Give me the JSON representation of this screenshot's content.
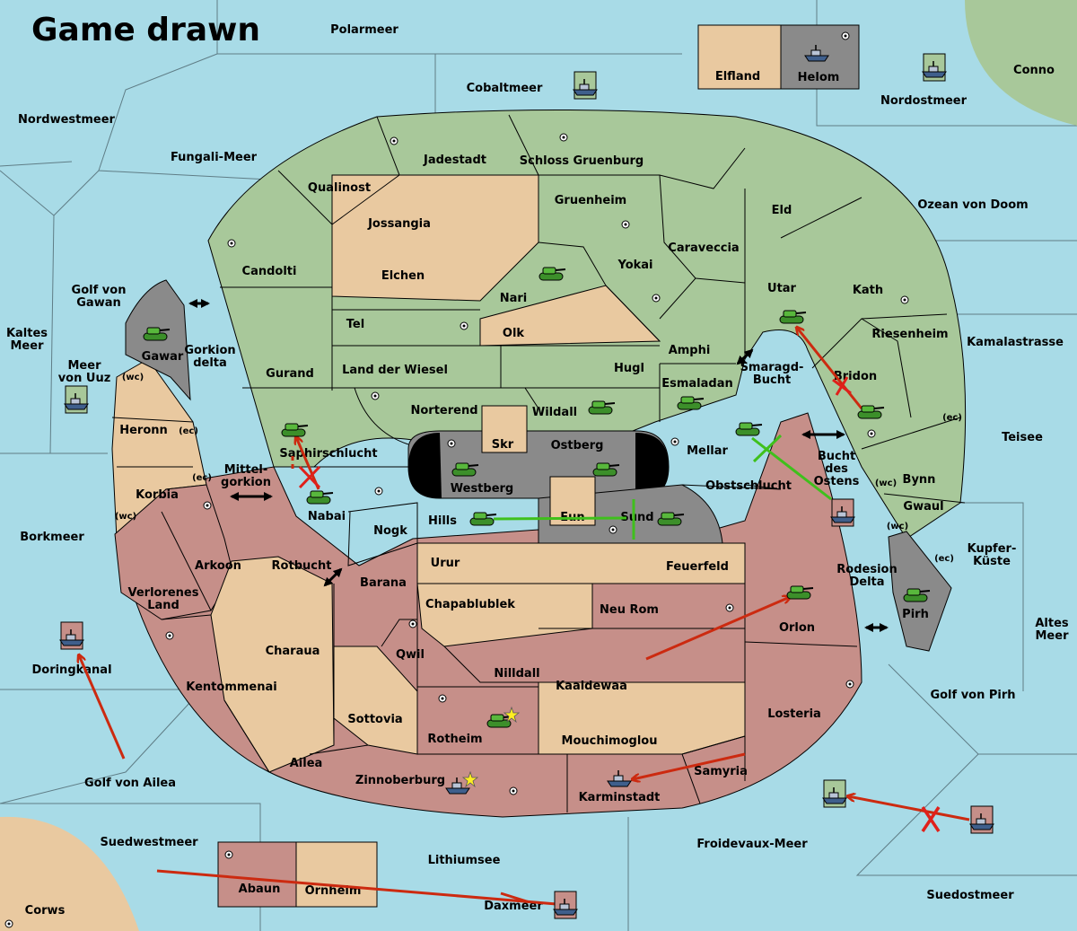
{
  "title": "Game drawn",
  "colors": {
    "sea": "#a8dbe7",
    "green_power": "#a8c89a",
    "tan_neutral": "#e9c9a0",
    "red_power": "#c68f89",
    "impassable": "#8a8a8a",
    "order_red": "#cc2a10",
    "order_green": "#3fc01c"
  },
  "seas": {
    "polarmeer": "Polarmeer",
    "cobaltmeer": "Cobaltmeer",
    "nordostmeer": "Nordostmeer",
    "conno": "Conno",
    "nordwestmeer": "Nordwestmeer",
    "fungali": "Fungali-Meer",
    "ozean_von_doom": "Ozean von Doom",
    "golf_von_gawan_1": "Golf von",
    "golf_von_gawan_2": "Gawan",
    "kaltes_meer_1": "Kaltes",
    "kaltes_meer_2": "Meer",
    "meer_von_uuz_1": "Meer",
    "meer_von_uuz_2": "von Uuz",
    "gorkion_delta_1": "Gorkion",
    "gorkion_delta_2": "delta",
    "kamalastrasse": "Kamalastrasse",
    "smaragd_1": "Smaragd-",
    "smaragd_2": "Bucht",
    "teisee": "Teisee",
    "bucht_1": "Bucht",
    "bucht_2": "des",
    "bucht_3": "Ostens",
    "mittel_1": "Mittel-",
    "mittel_2": "gorkion",
    "borkmeer": "Borkmeer",
    "kupfer_1": "Kupfer-",
    "kupfer_2": "Küste",
    "rotbucht": "Rotbucht",
    "rodesion_1": "Rodesion",
    "rodesion_2": "Delta",
    "altes_1": "Altes",
    "altes_2": "Meer",
    "doringkanal": "Doringkanal",
    "golf_von_pirh": "Golf von Pirh",
    "golf_von_ailea": "Golf von Ailea",
    "suedwestmeer": "Suedwestmeer",
    "lithiumsee": "Lithiumsee",
    "froidevaux": "Froidevaux-Meer",
    "suedostmeer": "Suedostmeer",
    "corws": "Corws",
    "daxmeer": "Daxmeer"
  },
  "provinces": {
    "elfland": "Elfland",
    "helom": "Helom",
    "jadestadt": "Jadestadt",
    "schloss_gruenburg": "Schloss Gruenburg",
    "qualinost": "Qualinost",
    "gruenheim": "Gruenheim",
    "eld": "Eld",
    "jossangia": "Jossangia",
    "caraveccia": "Caraveccia",
    "candolti": "Candolti",
    "elchen": "Elchen",
    "yokai": "Yokai",
    "nari": "Nari",
    "utar": "Utar",
    "kath": "Kath",
    "tel": "Tel",
    "olk": "Olk",
    "riesenheim": "Riesenheim",
    "gawar": "Gawar",
    "amphi": "Amphi",
    "gurand": "Gurand",
    "land_der_wiesel": "Land der Wiesel",
    "hugl": "Hugl",
    "bridon": "Bridon",
    "esmaladan": "Esmaladan",
    "norterend": "Norterend",
    "wildall": "Wildall",
    "heronn": "Heronn",
    "skr": "Skr",
    "ostberg": "Ostberg",
    "mellar": "Mellar",
    "saphirschlucht": "Saphirschlucht",
    "westberg": "Westberg",
    "obstschlucht": "Obstschlucht",
    "bynn": "Bynn",
    "korbia": "Korbia",
    "nabai": "Nabai",
    "gwaul": "Gwaul",
    "hills": "Hills",
    "eun": "Eun",
    "sund": "Sund",
    "nogk": "Nogk",
    "arkoon": "Arkoon",
    "urur": "Urur",
    "feuerfeld": "Feuerfeld",
    "verlorenes_1": "Verlorenes",
    "verlorenes_2": "Land",
    "barana": "Barana",
    "chapablublek": "Chapablublek",
    "neu_rom": "Neu Rom",
    "pirh": "Pirh",
    "orlon": "Orlon",
    "charaua": "Charaua",
    "qwil": "Qwil",
    "nilldall": "Nilldall",
    "kentommenai": "Kentommenai",
    "kaaldewaa": "Kaaldewaa",
    "sottovia": "Sottovia",
    "losteria": "Losteria",
    "rotheim": "Rotheim",
    "mouchimoglou": "Mouchimoglou",
    "ailea": "Ailea",
    "samyria": "Samyria",
    "zinnoberburg": "Zinnoberburg",
    "karminstadt": "Karminstadt",
    "abaun": "Abaun",
    "ornheim": "Ornheim"
  },
  "coasts": {
    "wc": "(wc)",
    "ec": "(ec)"
  },
  "icons": {
    "army": "tank-icon",
    "fleet": "ship-icon",
    "supply_center": "supply-center-icon",
    "home_star": "star-icon"
  }
}
